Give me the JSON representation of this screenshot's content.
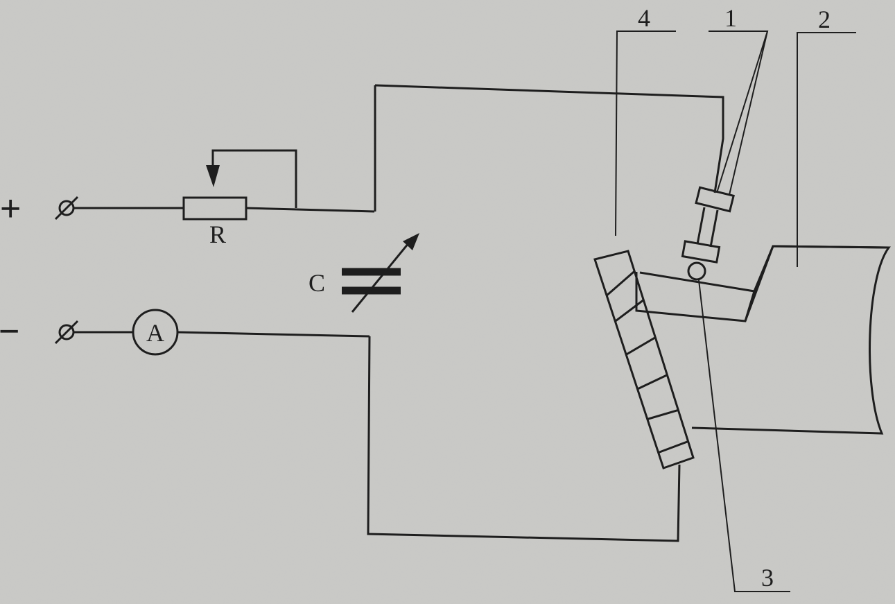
{
  "terminals": {
    "plus_sign": "+",
    "minus_sign": "−"
  },
  "components": {
    "resistor_label": "R",
    "capacitor_label": "C",
    "ammeter_label": "A"
  },
  "callouts": {
    "one": "1",
    "two": "2",
    "three": "3",
    "four": "4"
  }
}
